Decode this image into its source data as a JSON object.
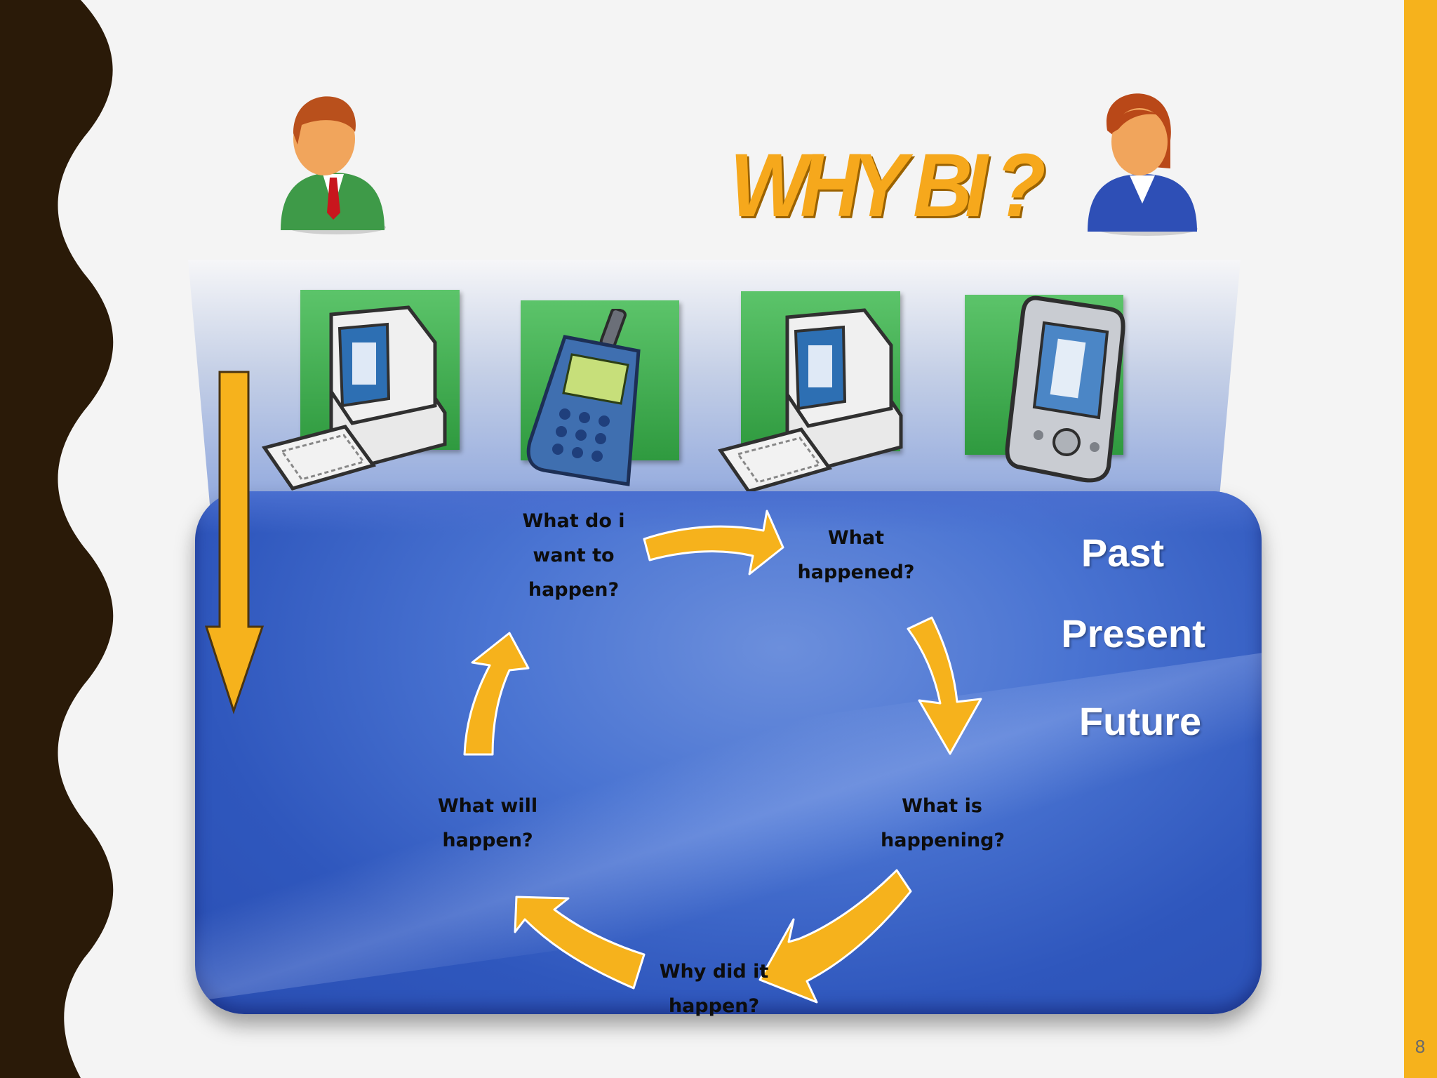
{
  "slide": {
    "title": "WHY BI ?",
    "page_number": "8"
  },
  "cycle": {
    "steps": [
      {
        "id": "want",
        "text": "What do i\nwant to\nhappen?"
      },
      {
        "id": "happened",
        "text": "What\nhappened?"
      },
      {
        "id": "happening",
        "text": "What is\nhappening?"
      },
      {
        "id": "why",
        "text": "Why did it\nhappen?"
      },
      {
        "id": "will",
        "text": "What will\nhappen?"
      }
    ]
  },
  "timeline": [
    "Past",
    "Present",
    "Future"
  ],
  "icons": [
    "businessman-icon",
    "businesswoman-icon",
    "desktop-computer-icon",
    "mobile-phone-icon",
    "desktop-computer-icon",
    "pda-icon"
  ],
  "colors": {
    "accent": "#f6b21c",
    "panel": "#3c64c8",
    "tile": "#3fae4f",
    "wave": "#2a1a08"
  }
}
